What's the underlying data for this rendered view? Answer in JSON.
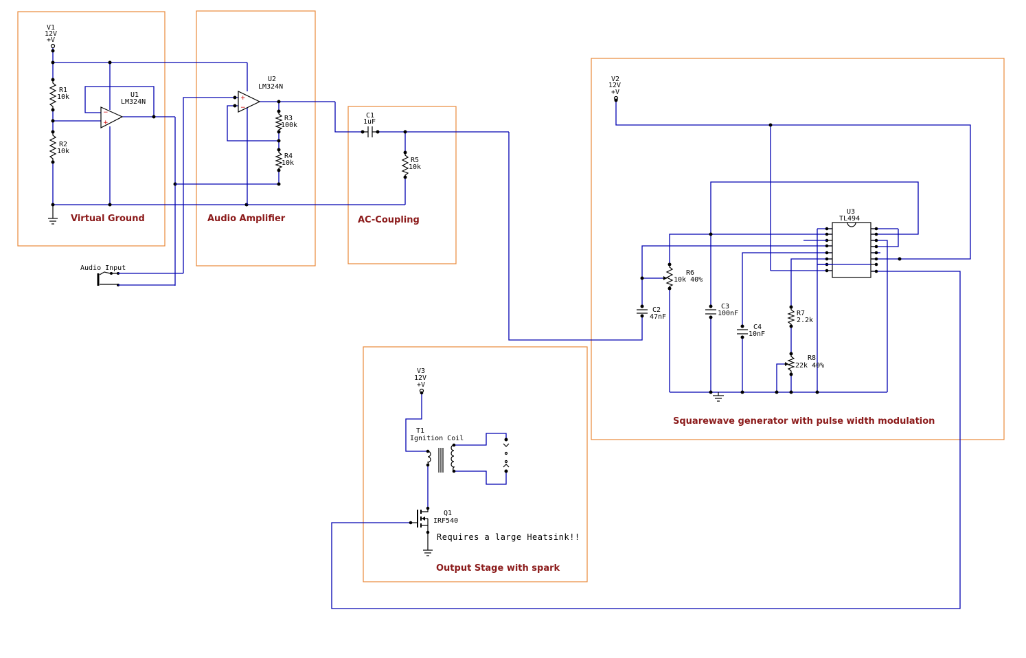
{
  "sections": {
    "virtual_ground": "Virtual Ground",
    "audio_amplifier": "Audio Amplifier",
    "ac_coupling": "AC-Coupling",
    "squarewave": "Squarewave generator with pulse width modulation",
    "output_stage": "Output Stage with spark"
  },
  "components": {
    "v1": {
      "ref": "V1",
      "value": "12V",
      "pin": "+V"
    },
    "v2": {
      "ref": "V2",
      "value": "12V",
      "pin": "+V"
    },
    "v3": {
      "ref": "V3",
      "value": "12V",
      "pin": "+V"
    },
    "r1": {
      "ref": "R1",
      "value": "10k"
    },
    "r2": {
      "ref": "R2",
      "value": "10k"
    },
    "r3": {
      "ref": "R3",
      "value": "100k"
    },
    "r4": {
      "ref": "R4",
      "value": "10k"
    },
    "r5": {
      "ref": "R5",
      "value": "10k"
    },
    "r6": {
      "ref": "R6",
      "value": "10k 40%"
    },
    "r7": {
      "ref": "R7",
      "value": "2.2k"
    },
    "r8": {
      "ref": "R8",
      "value": "22k 40%"
    },
    "c1": {
      "ref": "C1",
      "value": "1uF"
    },
    "c2": {
      "ref": "C2",
      "value": "47nF"
    },
    "c3": {
      "ref": "C3",
      "value": "100nF"
    },
    "c4": {
      "ref": "C4",
      "value": "10nF"
    },
    "u1": {
      "ref": "U1",
      "value": "LM324N"
    },
    "u2": {
      "ref": "U2",
      "value": "LM324N"
    },
    "u3": {
      "ref": "U3",
      "value": "TL494"
    },
    "t1": {
      "ref": "T1",
      "value": "Ignition Coil"
    },
    "q1": {
      "ref": "Q1",
      "value": "IRF540"
    }
  },
  "audio_input_label": "Audio Input",
  "note": "Requires a large Heatsink!!",
  "colors": {
    "wire": "#0000b0",
    "box": "#e8883a",
    "section_label": "#8b1a1a"
  }
}
